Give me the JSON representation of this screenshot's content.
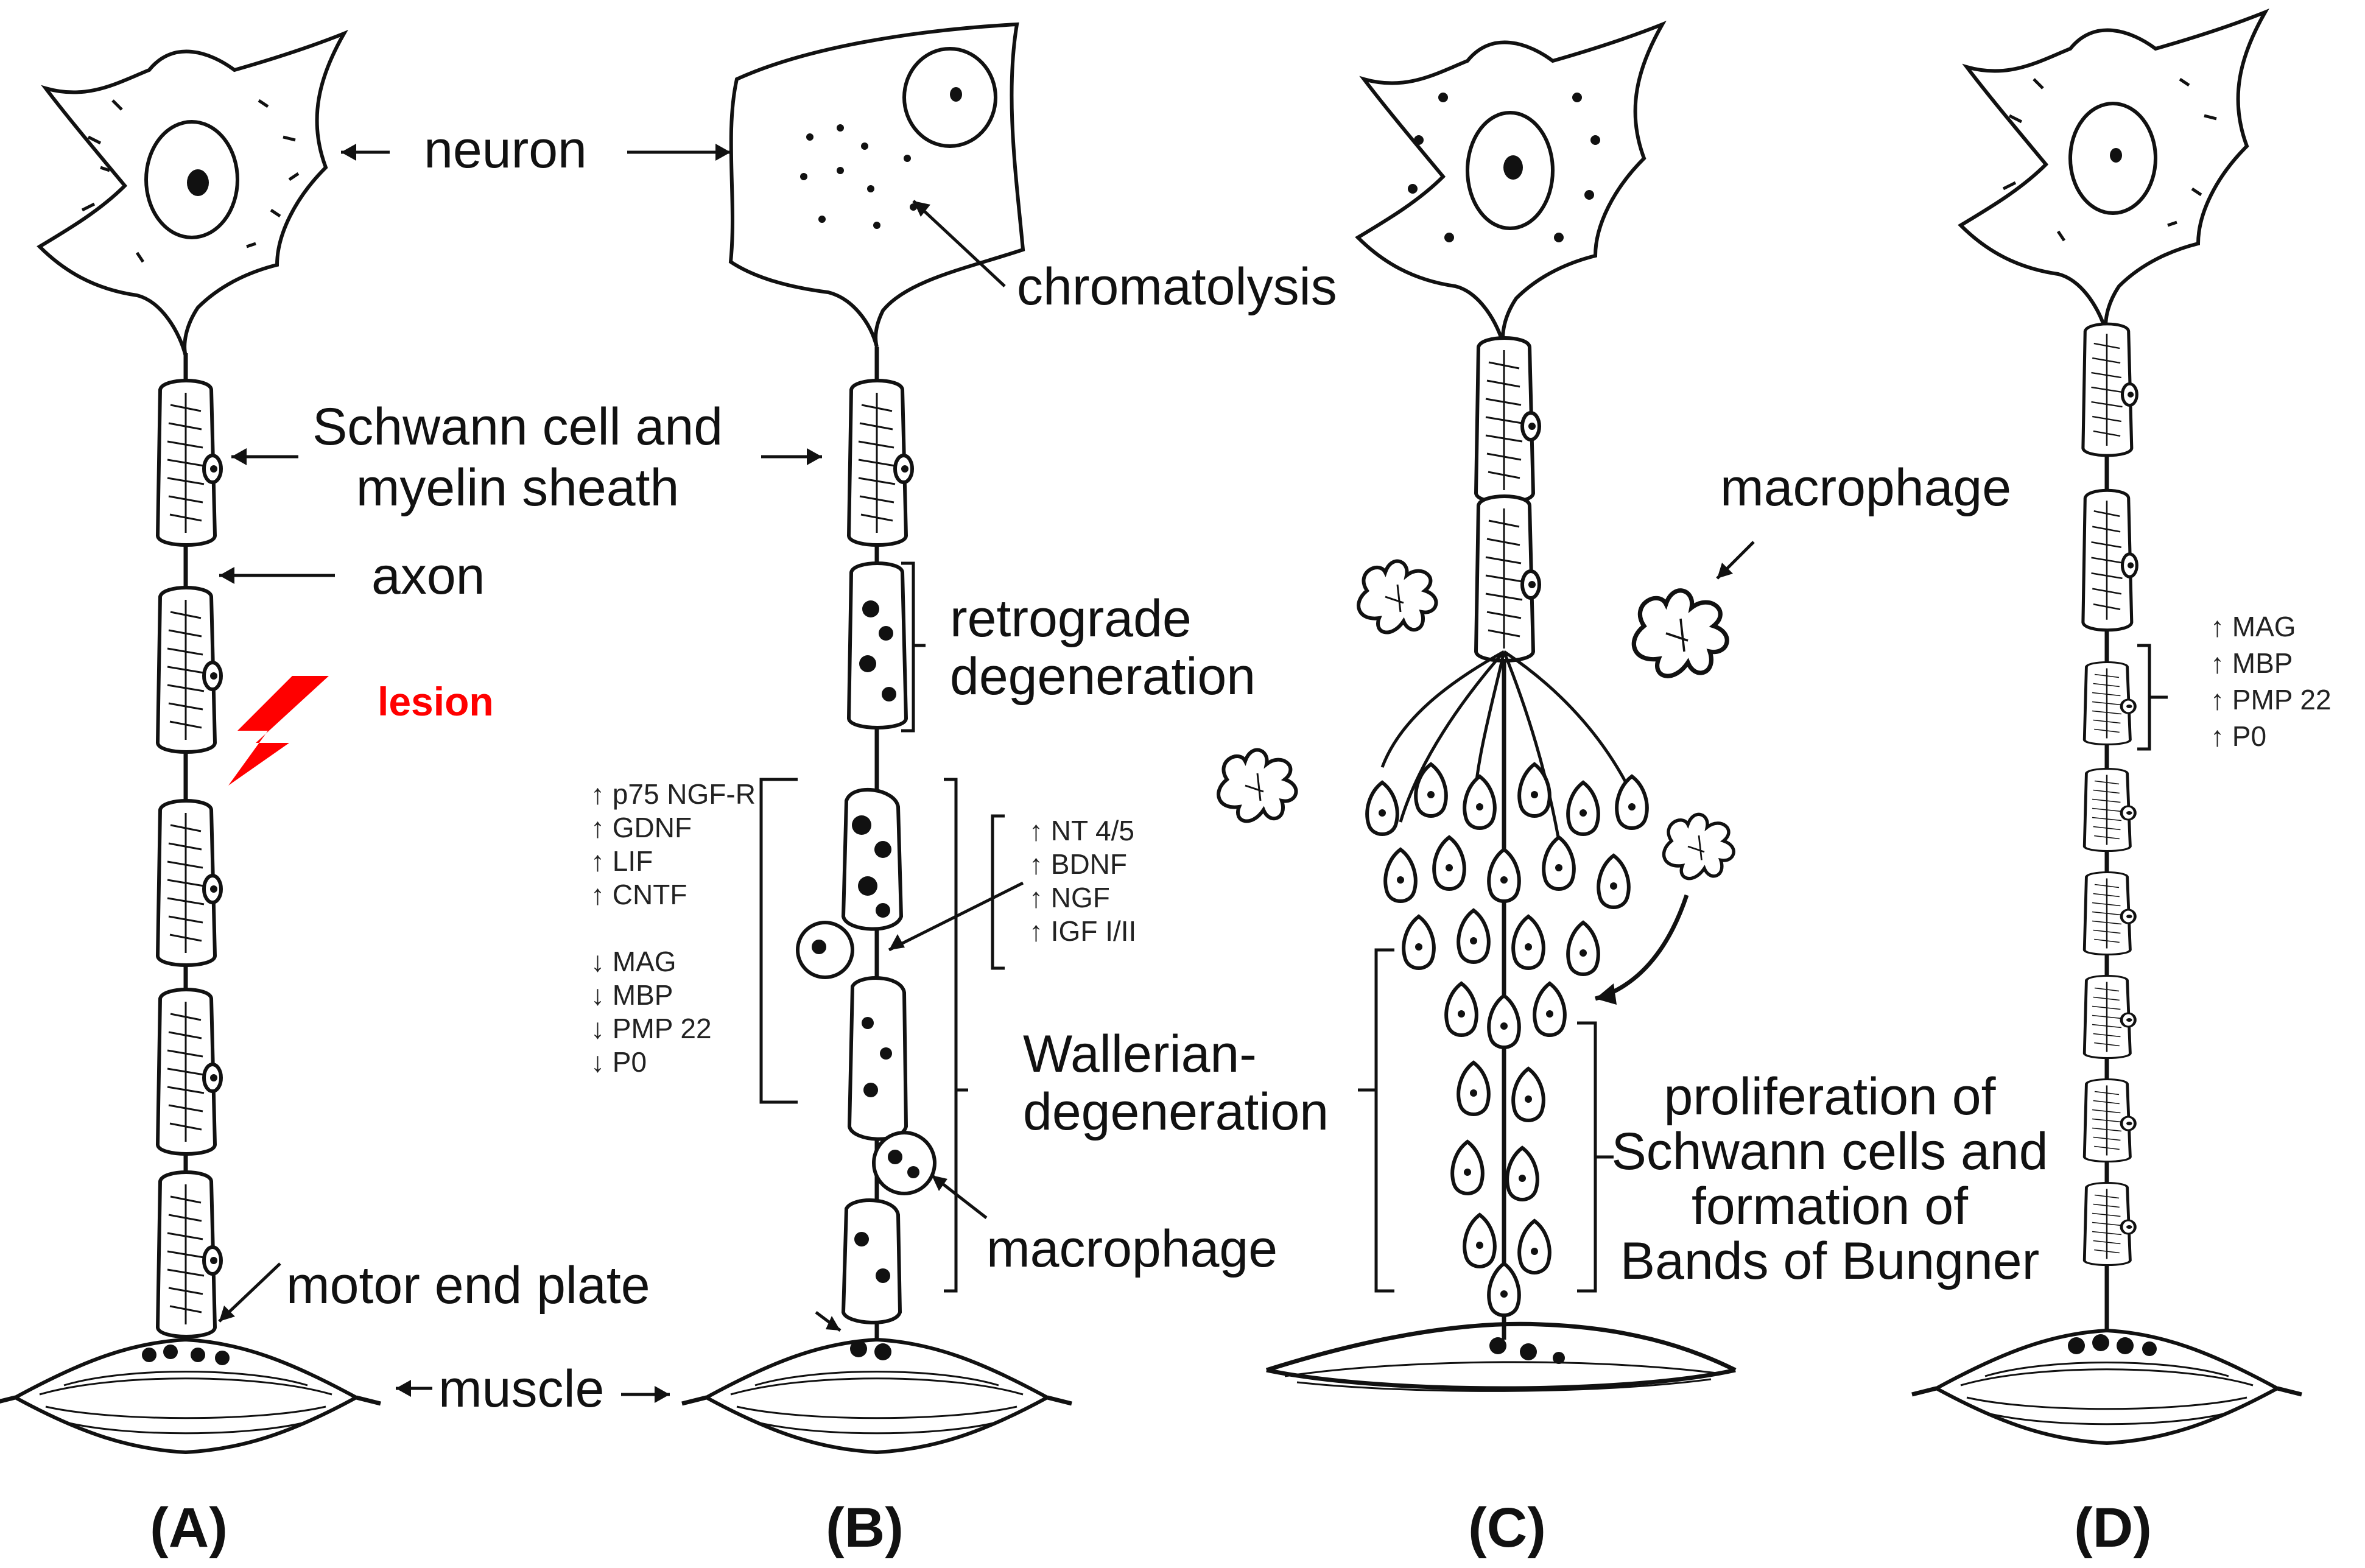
{
  "panels": {
    "a": "(A)",
    "b": "(B)",
    "c": "(C)",
    "d": "(D)"
  },
  "labels": {
    "neuron": "neuron",
    "chromatolysis": "chromatolysis",
    "schwann_line1": "Schwann cell and",
    "schwann_line2": "myelin sheath",
    "axon": "axon",
    "lesion": "lesion",
    "retro_line1": "retrograde",
    "retro_line2": "degeneration",
    "wallerian_line1": "Wallerian-",
    "wallerian_line2": "degeneration",
    "macrophage_b": "macrophage",
    "macrophage_c": "macrophage",
    "motor_end_plate": "motor end plate",
    "muscle": "muscle",
    "prolif_line1": "proliferation of",
    "prolif_line2": "Schwann cells and",
    "prolif_line3": "formation of",
    "prolif_line4": "Bands of Bungner"
  },
  "markers_b_left": {
    "up": [
      "↑ p75 NGF-R",
      "↑ GDNF",
      "↑ LIF",
      "↑ CNTF"
    ],
    "down": [
      "↓ MAG",
      "↓ MBP",
      "↓ PMP 22",
      "↓ P0"
    ]
  },
  "markers_b_right": [
    "↑ NT 4/5",
    "↑ BDNF",
    "↑ NGF",
    "↑ IGF I/II"
  ],
  "markers_d": [
    "↑ MAG",
    "↑ MBP",
    "↑ PMP 22",
    "↑ P0"
  ],
  "colors": {
    "lesion": "#ff0000",
    "ink": "#111111"
  }
}
